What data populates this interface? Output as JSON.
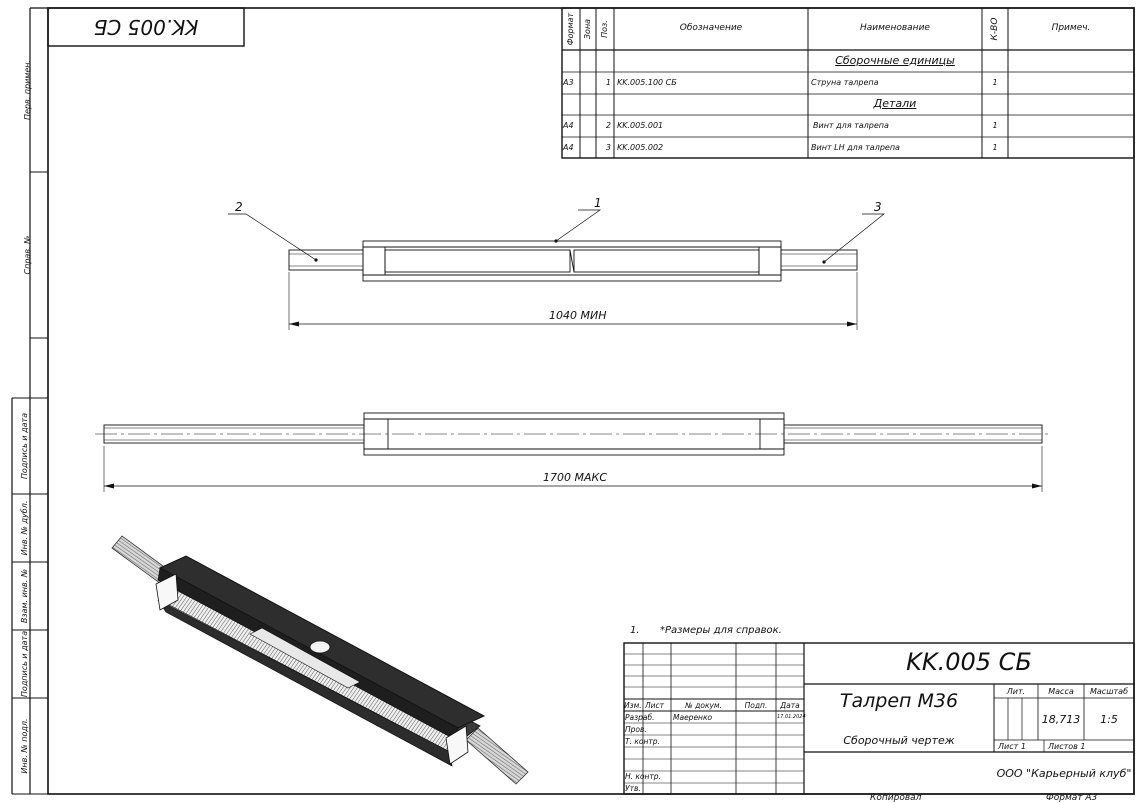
{
  "stamp_top": {
    "code": "KK.005 СБ"
  },
  "side_columns": [
    "Перв. примен.",
    "Справ. №",
    "Подпись и дата",
    "Инв. № дубл.",
    "Взам. инв. №",
    "Подпись и дата",
    "Инв. № подл."
  ],
  "spec": {
    "headers": {
      "format": "Формат",
      "zone": "Зона",
      "pos": "Поз.",
      "designation": "Обозначение",
      "name": "Наименование",
      "qty": "К-ВО",
      "note": "Примеч."
    },
    "rows": [
      {
        "type": "section",
        "name": "Сборочные единицы"
      },
      {
        "type": "item",
        "format": "А3",
        "zone": "",
        "pos": "1",
        "designation": "KK.005.100 СБ",
        "name": "Струна талрепа",
        "qty": "1",
        "note": ""
      },
      {
        "type": "section",
        "name": "Детали"
      },
      {
        "type": "item",
        "format": "А4",
        "zone": "",
        "pos": "2",
        "designation": "KK.005.001",
        "name": "Винт для талрепа",
        "qty": "1",
        "note": ""
      },
      {
        "type": "item",
        "format": "А4",
        "zone": "",
        "pos": "3",
        "designation": "KK.005.002",
        "name": "Винт LH для талрепа",
        "qty": "1",
        "note": ""
      }
    ]
  },
  "callouts": {
    "p1": "1",
    "p2": "2",
    "p3": "3"
  },
  "dims": {
    "min": "1040 МИН",
    "max": "1700 МАКС"
  },
  "notes": {
    "n1_num": "1.",
    "n1_text": "*Размеры для справок."
  },
  "title_block": {
    "code": "KK.005 СБ",
    "title": "Талреп М36",
    "subtitle": "Сборочный чертеж",
    "col_headers": {
      "izm": "Изм.",
      "list": "Лист",
      "doc": "№ докум.",
      "sign": "Подп.",
      "date": "Дата"
    },
    "rows": [
      {
        "role": "Разраб.",
        "name": "Маеренко",
        "date": "17.01.2024"
      },
      {
        "role": "Пров.",
        "name": "",
        "date": ""
      },
      {
        "role": "Т. контр.",
        "name": "",
        "date": ""
      },
      {
        "role": "",
        "name": "",
        "date": ""
      },
      {
        "role": "Н. контр.",
        "name": "",
        "date": ""
      },
      {
        "role": "Утв.",
        "name": "",
        "date": ""
      }
    ],
    "lit_label": "Лит.",
    "mass_label": "Масса",
    "scale_label": "Масштаб",
    "mass": "18,713",
    "scale": "1:5",
    "sheet": "Лист 1",
    "sheets": "Листов 1",
    "org": "ООО \"Карьерный клуб\"",
    "copied": "Копировал",
    "format": "Формат А3"
  }
}
